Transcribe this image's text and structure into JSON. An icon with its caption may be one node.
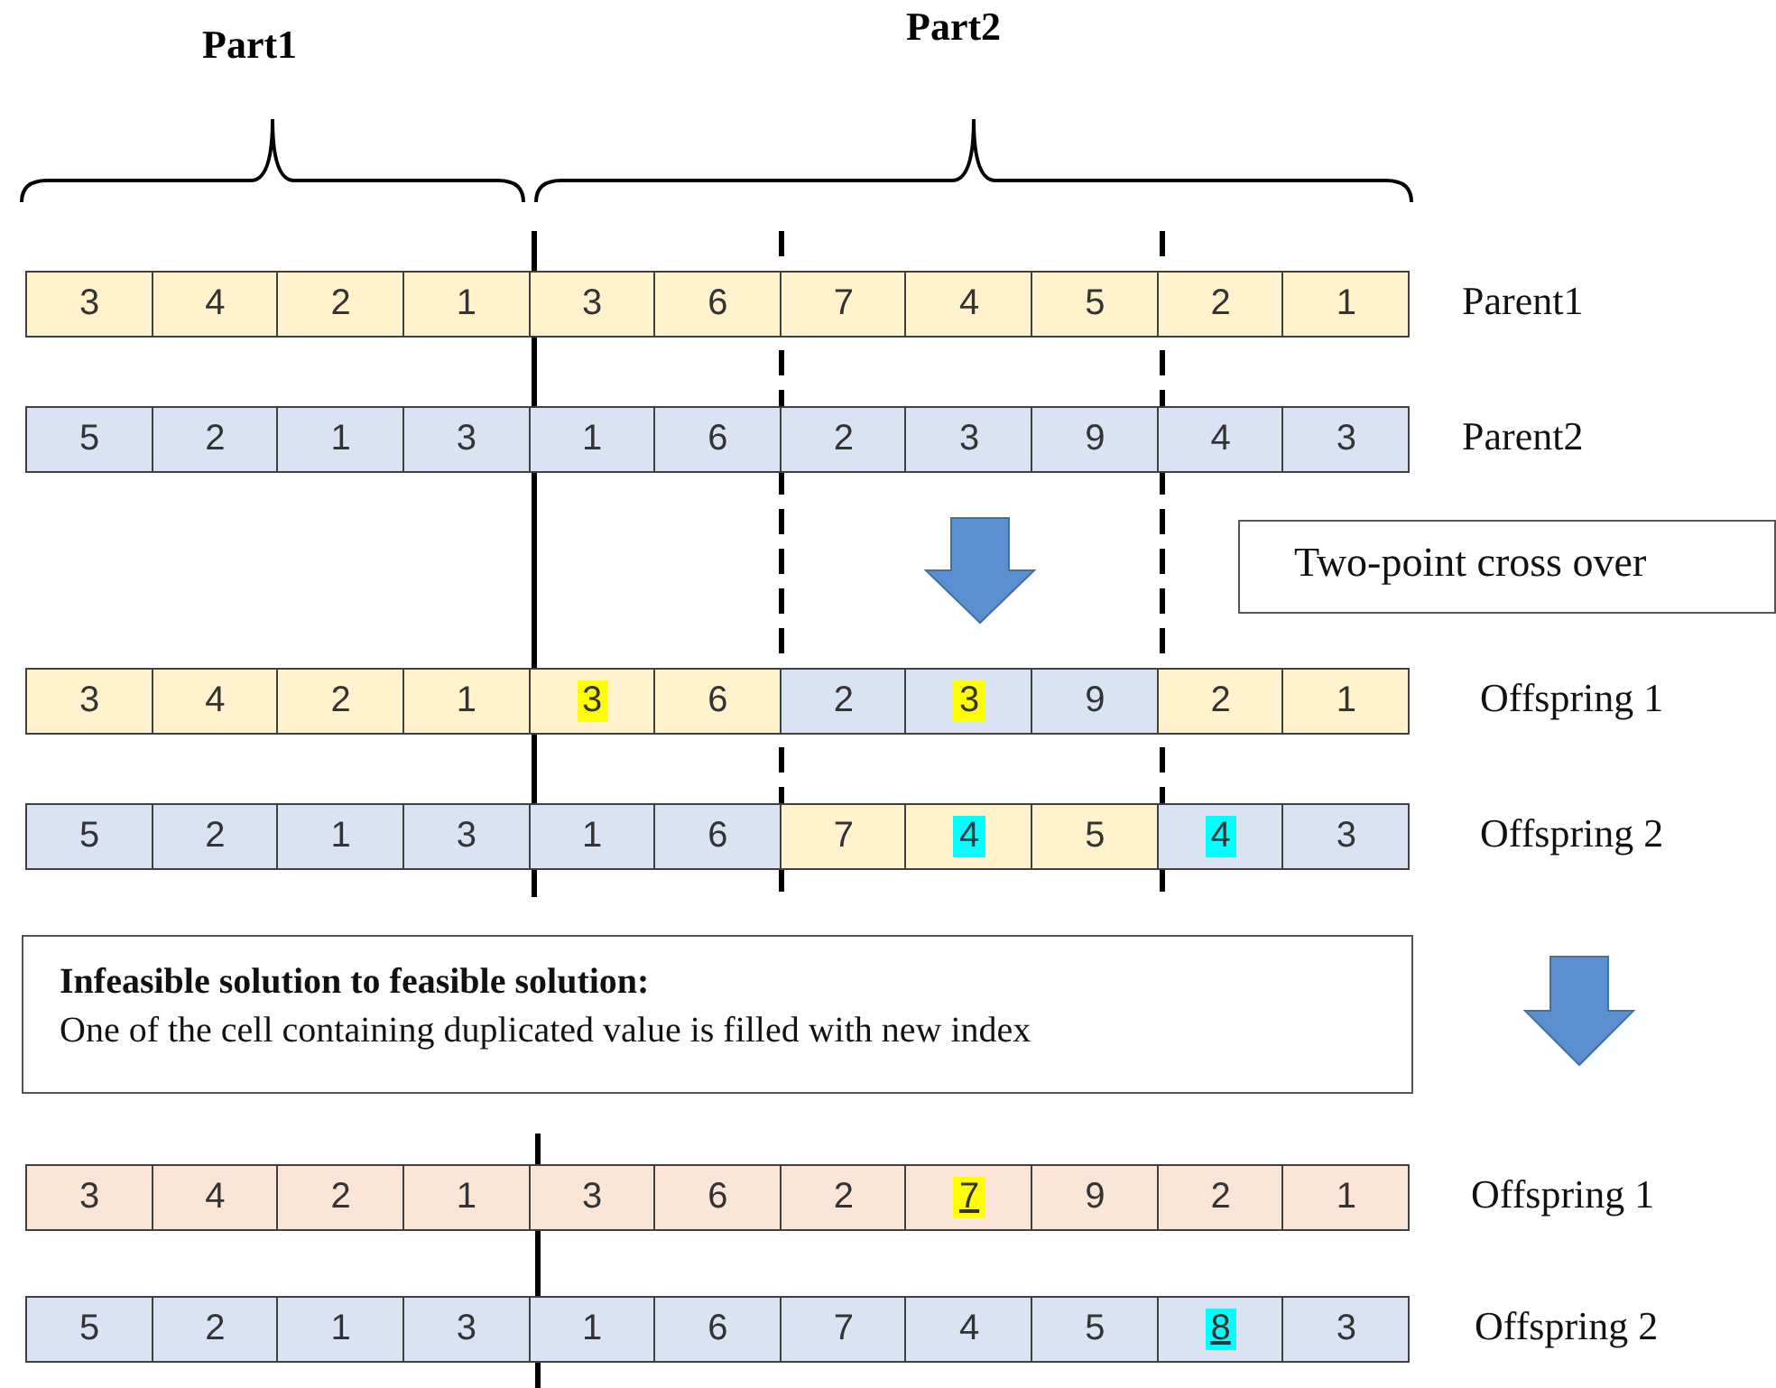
{
  "diagram": {
    "nodes": [
      {
        "text": [
          "Two-point cross over"
        ]
      },
      {
        "text": [
          "Infeasible solution to feasible solution:",
          "One of the cell containing duplicated value is filled with new index"
        ]
      }
    ],
    "labels": [
      "Part1",
      "Part2",
      "3",
      "4",
      "2",
      "1",
      "3",
      "6",
      "7",
      "4",
      "5",
      "2",
      "1",
      "Parent1",
      "5",
      "2",
      "1",
      "3",
      "1",
      "6",
      "2",
      "3",
      "9",
      "4",
      "3",
      "Parent2",
      "3",
      "4",
      "2",
      "1",
      "3",
      "6",
      "2",
      "3",
      "9",
      "2",
      "1",
      "Offspring 1",
      "5",
      "2",
      "1",
      "3",
      "1",
      "6",
      "7",
      "4",
      "5",
      "4",
      "3",
      "Offspring 2",
      "3",
      "4",
      "2",
      "1",
      "3",
      "6",
      "2",
      "7",
      "9",
      "2",
      "1",
      "Offspring 1",
      "5",
      "2",
      "1",
      "3",
      "1",
      "6",
      "7",
      "4",
      "5",
      "8",
      "3",
      "Offspring 2"
    ]
  }
}
